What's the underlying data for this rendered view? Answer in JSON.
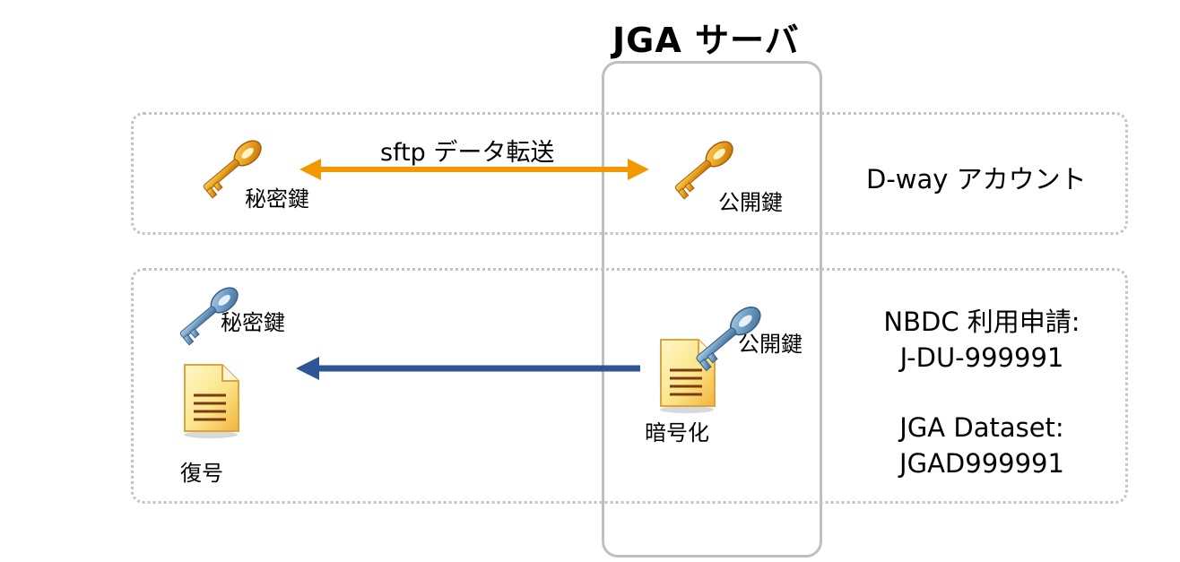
{
  "title": "JGA サーバ",
  "rows": [
    {
      "id": "dway",
      "left_key_label": "秘密鍵",
      "right_key_label": "公開鍵",
      "arrow_label": "sftp データ転送",
      "side_label": "D-way アカウント",
      "key_color": "orange",
      "arrow_color": "#f39800"
    },
    {
      "id": "nbdc",
      "left_key_label": "秘密鍵",
      "left_doc_label": "復号",
      "right_key_label": "公開鍵",
      "right_doc_label": "暗号化",
      "side_label_lines": [
        "NBDC 利用申請:",
        "J-DU-999991",
        "",
        "JGA Dataset:",
        "JGAD999991"
      ],
      "key_color": "blue",
      "arrow_color": "#2f5597"
    }
  ],
  "icons": {
    "key": "key-icon",
    "document": "document-icon",
    "arrow": "arrow"
  },
  "colors": {
    "server_border": "#bfbfbf",
    "row_border": "#c3c3c3",
    "orange_key": "#e8a21c",
    "blue_key": "#6e9cc4",
    "doc_fill": "#fbe58a"
  }
}
